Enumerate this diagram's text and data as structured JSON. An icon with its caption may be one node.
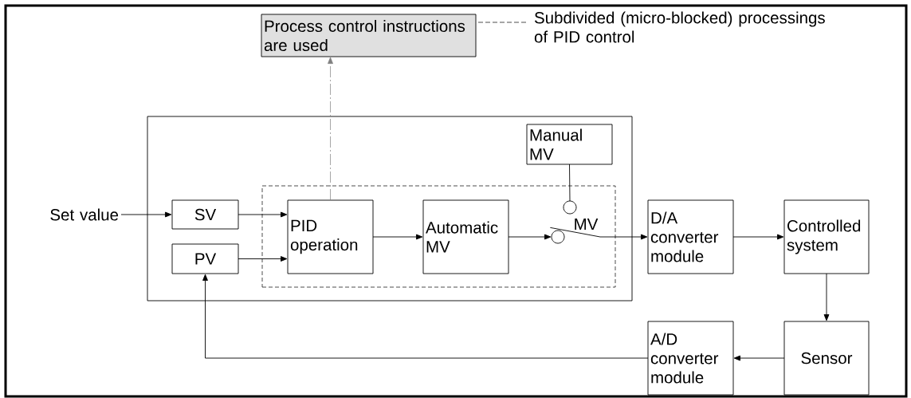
{
  "diagram": {
    "nodes": [
      {
        "text": [],
        "shape": "box"
      },
      {
        "text": [],
        "shape": "box",
        "in": 0
      },
      {
        "text": [
          "Process control instructions are used"
        ]
      },
      {
        "text": [
          "Subdivided (micro-blocked) processings of PID control"
        ]
      },
      {
        "text": [
          "Set value"
        ]
      },
      {
        "text": [
          "SV"
        ],
        "in": 0
      },
      {
        "text": [
          "PV"
        ],
        "in": 0
      },
      {
        "text": [
          "PID operation"
        ],
        "in": 1
      },
      {
        "text": [
          "Automatic MV"
        ],
        "in": 1
      },
      {
        "text": [
          "Manual MV"
        ],
        "in": 0
      },
      {
        "text": [],
        "shape": "circle",
        "in": 1
      },
      {
        "text": [],
        "shape": "circle",
        "in": 1
      },
      {
        "text": [
          "D/A converter module"
        ]
      },
      {
        "text": [
          "Controlled system"
        ]
      },
      {
        "text": [
          "Sensor"
        ]
      },
      {
        "text": [
          "A/D converter module"
        ]
      }
    ],
    "edges": [
      {
        "from": 4,
        "to": 5,
        "arrow": "to"
      },
      {
        "from": 5,
        "to": 7,
        "arrow": "to"
      },
      {
        "from": 6,
        "to": 7,
        "arrow": "to"
      },
      {
        "from": 7,
        "to": 8,
        "arrow": "to"
      },
      {
        "from": 8,
        "to": 11,
        "arrow": "to"
      },
      {
        "from": 9,
        "to": 10,
        "arrow": "none"
      },
      {
        "from": 11,
        "to": 12,
        "arrow": "to",
        "label": "MV"
      },
      {
        "from": 12,
        "to": 13,
        "arrow": "to"
      },
      {
        "from": 13,
        "to": 14,
        "arrow": "to"
      },
      {
        "from": 14,
        "to": 15,
        "arrow": "to"
      },
      {
        "from": 15,
        "to": 6,
        "arrow": "to"
      },
      {
        "from": 7,
        "to": 2,
        "arrow": "to",
        "style": "dashed",
        "color": "#808080"
      },
      {
        "from": 3,
        "to": 2,
        "arrow": "none",
        "style": "dashed"
      }
    ]
  }
}
